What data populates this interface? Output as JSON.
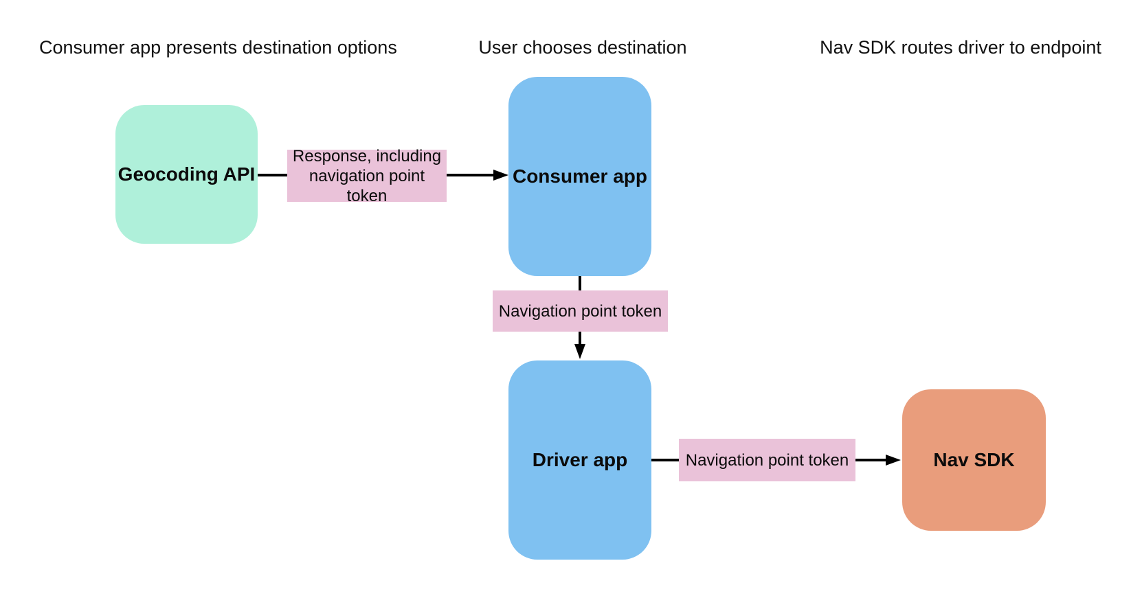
{
  "diagram": {
    "background": "#FFFFFF",
    "text_color": "#111111",
    "arrow_color": "#000000",
    "headers": [
      {
        "text": "Consumer app presents destination options"
      },
      {
        "text": "User chooses destination"
      },
      {
        "text": "Nav SDK routes driver to endpoint"
      }
    ],
    "nodes": {
      "geocoding_api": {
        "label": "Geocoding API",
        "color": "#AFF0DA"
      },
      "consumer_app": {
        "label": "Consumer app",
        "color": "#7FC1F1"
      },
      "driver_app": {
        "label": "Driver app",
        "color": "#7FC1F1"
      },
      "nav_sdk": {
        "label": "Nav SDK",
        "color": "#E99D7C"
      }
    },
    "edge_labels": {
      "response_token": {
        "text": "Response, including\nnavigation point\ntoken",
        "color": "#EAC2D9"
      },
      "token_consumer_to_driver": {
        "text": "Navigation point token",
        "color": "#EAC2D9"
      },
      "token_driver_to_navsdk": {
        "text": "Navigation point token",
        "color": "#EAC2D9"
      }
    }
  }
}
